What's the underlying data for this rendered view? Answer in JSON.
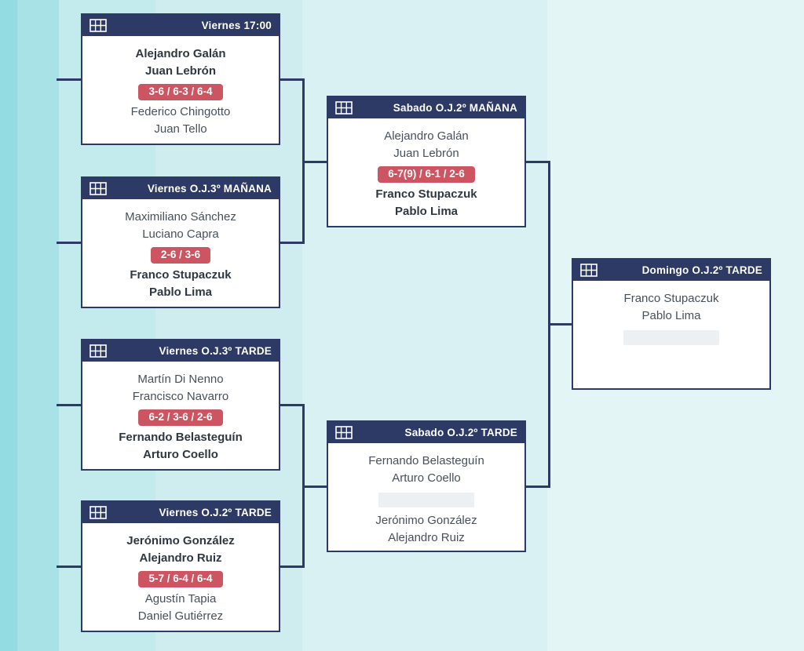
{
  "palette": {
    "navy": "#2e3a66",
    "score_red": "#cd5561",
    "card_bg": "#ffffff",
    "header_text": "#ffffff",
    "player_text": "#47505c",
    "winner_text": "#2f3842",
    "placeholder_gray": "#edf0f3",
    "stripes": [
      "#93dce2",
      "#a9e2e6",
      "#c3eaec",
      "#cfedef",
      "#d9f1f3",
      "#e4f5f6"
    ]
  },
  "icons": {
    "header_icon": "court-grid-icon"
  },
  "bracket": {
    "matches": [
      {
        "id": "quarterfinal-1",
        "header": "Viernes 17:00",
        "team1": {
          "player1": "Alejandro Galán",
          "player2": "Juan Lebrón",
          "winner": true
        },
        "score": "3-6 / 6-3 / 6-4",
        "team2": {
          "player1": "Federico Chingotto",
          "player2": "Juan Tello",
          "winner": false
        }
      },
      {
        "id": "quarterfinal-2",
        "header": "Viernes O.J.3º MAÑANA",
        "team1": {
          "player1": "Maximiliano Sánchez",
          "player2": "Luciano Capra",
          "winner": false
        },
        "score": "2-6 / 3-6",
        "team2": {
          "player1": "Franco Stupaczuk",
          "player2": "Pablo Lima",
          "winner": true
        }
      },
      {
        "id": "quarterfinal-3",
        "header": "Viernes O.J.3º TARDE",
        "team1": {
          "player1": "Martín Di Nenno",
          "player2": "Francisco Navarro",
          "winner": false
        },
        "score": "6-2 / 3-6 / 2-6",
        "team2": {
          "player1": "Fernando Belasteguín",
          "player2": "Arturo Coello",
          "winner": true
        }
      },
      {
        "id": "quarterfinal-4",
        "header": "Viernes O.J.2º TARDE",
        "team1": {
          "player1": "Jerónimo González",
          "player2": "Alejandro Ruiz",
          "winner": true
        },
        "score": "5-7 / 6-4 / 6-4",
        "team2": {
          "player1": "Agustín Tapia",
          "player2": "Daniel Gutiérrez",
          "winner": false
        }
      },
      {
        "id": "semifinal-1",
        "header": "Sabado O.J.2º MAÑANA",
        "team1": {
          "player1": "Alejandro Galán",
          "player2": "Juan Lebrón",
          "winner": false
        },
        "score": "6-7(9) / 6-1 / 2-6",
        "team2": {
          "player1": "Franco Stupaczuk",
          "player2": "Pablo Lima",
          "winner": true
        }
      },
      {
        "id": "semifinal-2",
        "header": "Sabado O.J.2º TARDE",
        "team1": {
          "player1": "Fernando Belasteguín",
          "player2": "Arturo Coello",
          "winner": false
        },
        "score": "",
        "score_pending": true,
        "team2": {
          "player1": "Jerónimo González",
          "player2": "Alejandro Ruiz",
          "winner": false
        }
      },
      {
        "id": "final",
        "header": "Domingo O.J.2º TARDE",
        "team1": {
          "player1": "Franco Stupaczuk",
          "player2": "Pablo Lima",
          "winner": false
        },
        "score": "",
        "score_pending": true
      }
    ]
  }
}
